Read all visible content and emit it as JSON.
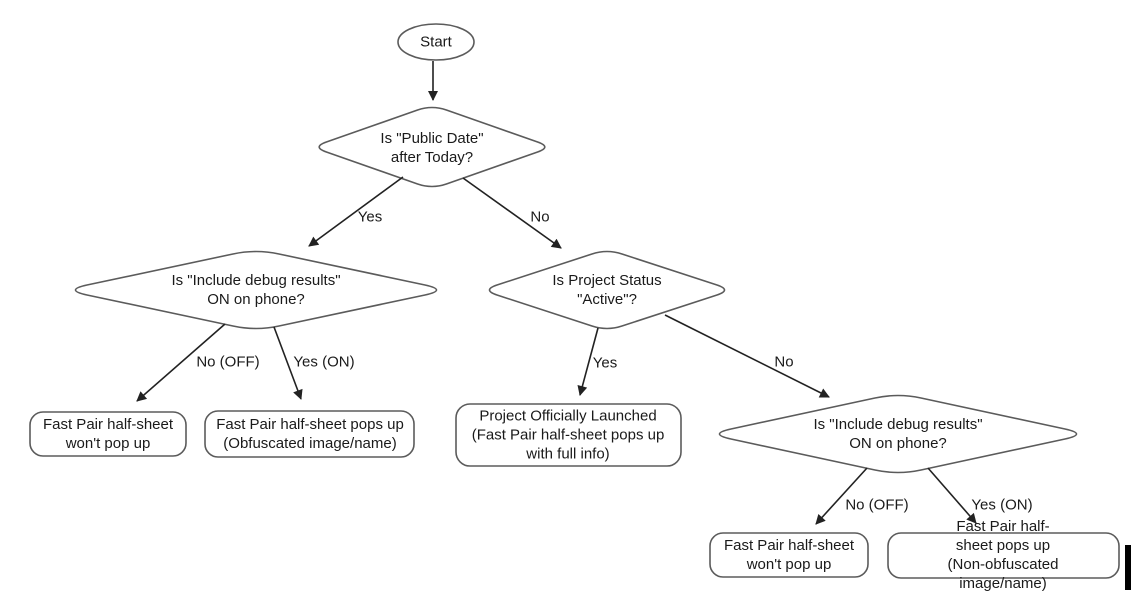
{
  "diagram": {
    "nodes": {
      "start": {
        "label": "Start",
        "type": "terminator"
      },
      "d_public_date": {
        "label": "Is \"Public Date\"\nafter Today?",
        "type": "decision"
      },
      "d_debug_left": {
        "label": "Is \"Include debug results\"\nON on phone?",
        "type": "decision"
      },
      "d_project_status": {
        "label": "Is Project Status\n\"Active\"?",
        "type": "decision"
      },
      "d_debug_right": {
        "label": "Is \"Include debug results\"\nON on phone?",
        "type": "decision"
      },
      "r_no_popup_left": {
        "label": "Fast Pair half-sheet\nwon't pop up",
        "type": "result"
      },
      "r_obfuscated": {
        "label": "Fast Pair half-sheet pops up\n(Obfuscated image/name)",
        "type": "result"
      },
      "r_launched": {
        "label": "Project Officially Launched\n(Fast Pair half-sheet pops up\nwith full info)",
        "type": "result"
      },
      "r_no_popup_right": {
        "label": "Fast Pair half-sheet\nwon't pop up",
        "type": "result"
      },
      "r_non_obfuscated": {
        "label": "Fast Pair half-sheet pops up\n(Non-obfuscated image/name)",
        "type": "result"
      }
    },
    "edges": {
      "yes_public_date": {
        "label": "Yes"
      },
      "no_public_date": {
        "label": "No"
      },
      "no_off_left": {
        "label": "No (OFF)"
      },
      "yes_on_left": {
        "label": "Yes (ON)"
      },
      "yes_status": {
        "label": "Yes"
      },
      "no_status": {
        "label": "No"
      },
      "no_off_right": {
        "label": "No (OFF)"
      },
      "yes_on_right": {
        "label": "Yes (ON)"
      }
    },
    "colors": {
      "shape_stroke": "#5b5b5b",
      "arrow": "#222222",
      "text": "#1a1a1a",
      "background": "#ffffff"
    }
  }
}
